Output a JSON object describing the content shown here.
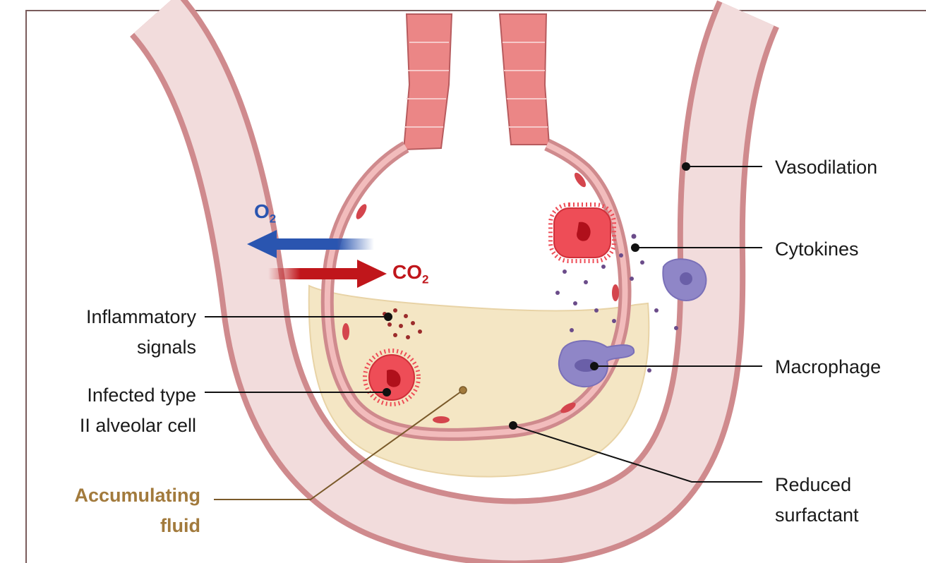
{
  "labels": {
    "vasodilation": "Vasodilation",
    "cytokines": "Cytokines",
    "macrophage": "Macrophage",
    "reduced_surfactant_1": "Reduced",
    "reduced_surfactant_2": "surfactant",
    "inflammatory_1": "Inflammatory",
    "inflammatory_2": "signals",
    "infected_1": "Infected type",
    "infected_2": "II alveolar cell",
    "fluid_1": "Accumulating",
    "fluid_2": "fluid"
  },
  "gases": {
    "o2": "O",
    "o2_sub": "2",
    "co2": "CO",
    "co2_sub": "2"
  },
  "colors": {
    "fluid_label": "#a27a3c",
    "o2": "#2a55b0",
    "co2": "#c0161b",
    "vessel": "#cf8a8d",
    "vessel_fill": "#f2dcdc",
    "fluid": "#f4e6c4",
    "macrophage": "#8f86c7",
    "infected_cell": "#ee4d57"
  }
}
